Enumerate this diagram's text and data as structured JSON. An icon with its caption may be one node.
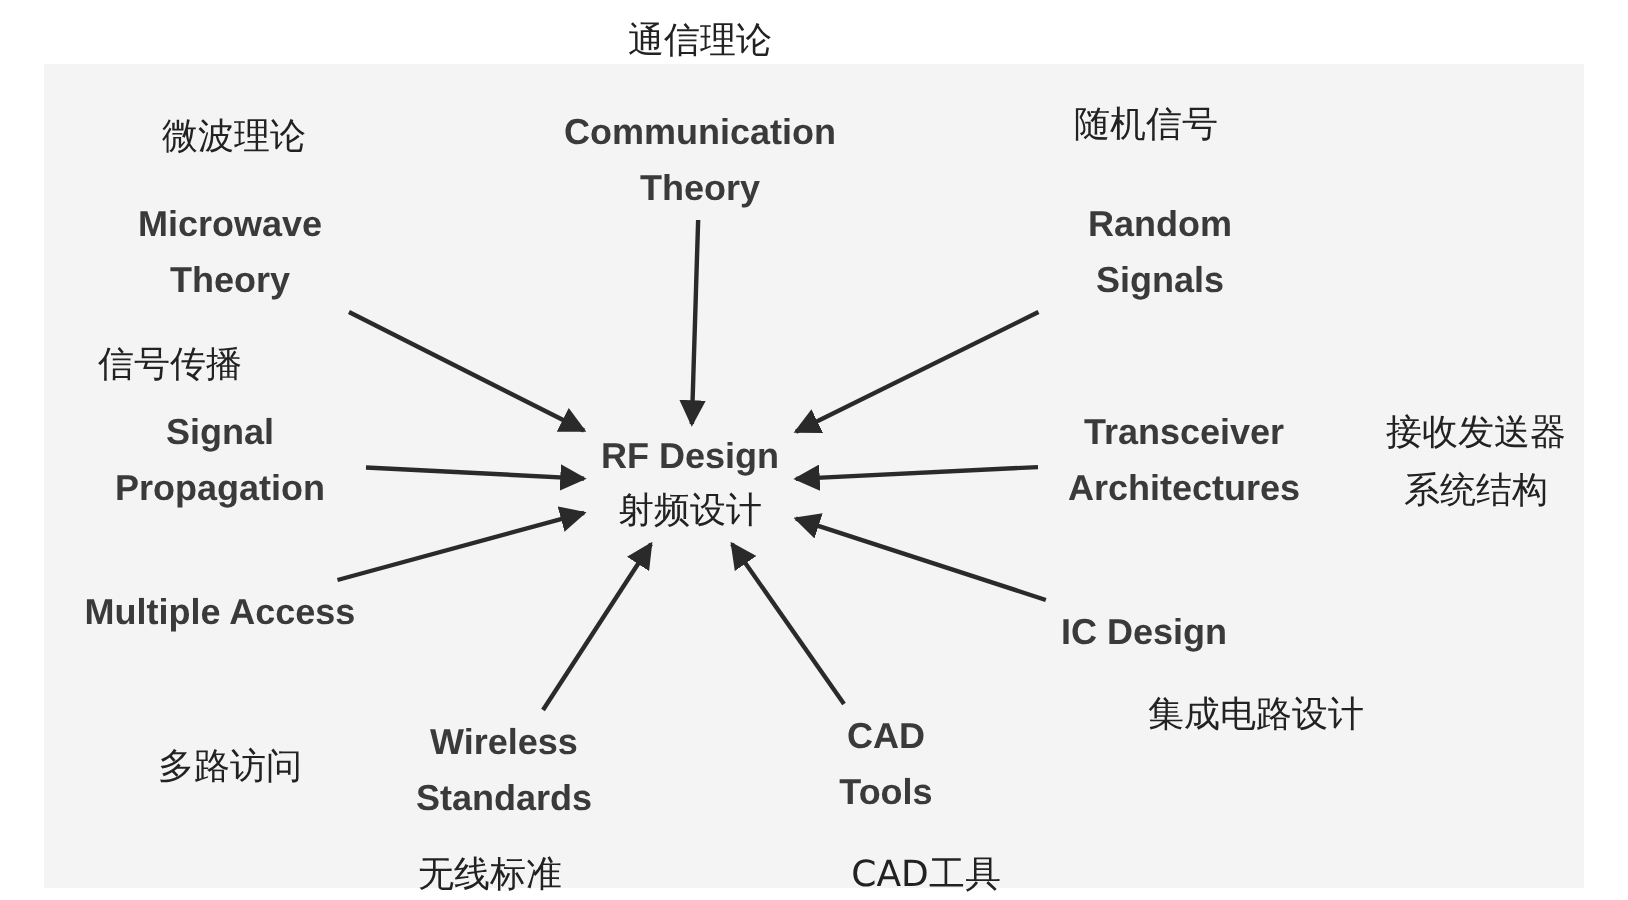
{
  "diagram": {
    "nodes": [
      {
        "text": [
          "Communication Theory"
        ],
        "beside": [
          "通信理论"
        ]
      },
      {
        "text": [
          "Microwave Theory"
        ],
        "beside": [
          "微波理论"
        ]
      },
      {
        "text": [
          "Random Signals"
        ],
        "beside": [
          "随机信号"
        ]
      },
      {
        "text": [
          "Signal Propagation"
        ],
        "beside": [
          "信号传播"
        ]
      },
      {
        "text": [
          "RF Design",
          "射频设计"
        ]
      },
      {
        "text": [
          "Transceiver Architectures"
        ],
        "beside": [
          "接收发送器系统结构"
        ]
      },
      {
        "text": [
          "Multiple Access"
        ],
        "beside": [
          "多路访问"
        ]
      },
      {
        "text": [
          "IC Design"
        ],
        "beside": [
          "集成电路设计"
        ]
      },
      {
        "text": [
          "Wireless Standards"
        ],
        "beside": [
          "无线标准"
        ]
      },
      {
        "text": [
          "CAD Tools"
        ],
        "beside": [
          "CAD工具"
        ]
      }
    ],
    "edges": [
      {
        "from": 0,
        "to": 4,
        "arrow": "to"
      },
      {
        "from": 1,
        "to": 4,
        "arrow": "to"
      },
      {
        "from": 2,
        "to": 4,
        "arrow": "to"
      },
      {
        "from": 3,
        "to": 4,
        "arrow": "to"
      },
      {
        "from": 5,
        "to": 4,
        "arrow": "to"
      },
      {
        "from": 6,
        "to": 4,
        "arrow": "to"
      },
      {
        "from": 7,
        "to": 4,
        "arrow": "to"
      },
      {
        "from": 8,
        "to": 4,
        "arrow": "to"
      },
      {
        "from": 9,
        "to": 4,
        "arrow": "to"
      }
    ]
  }
}
